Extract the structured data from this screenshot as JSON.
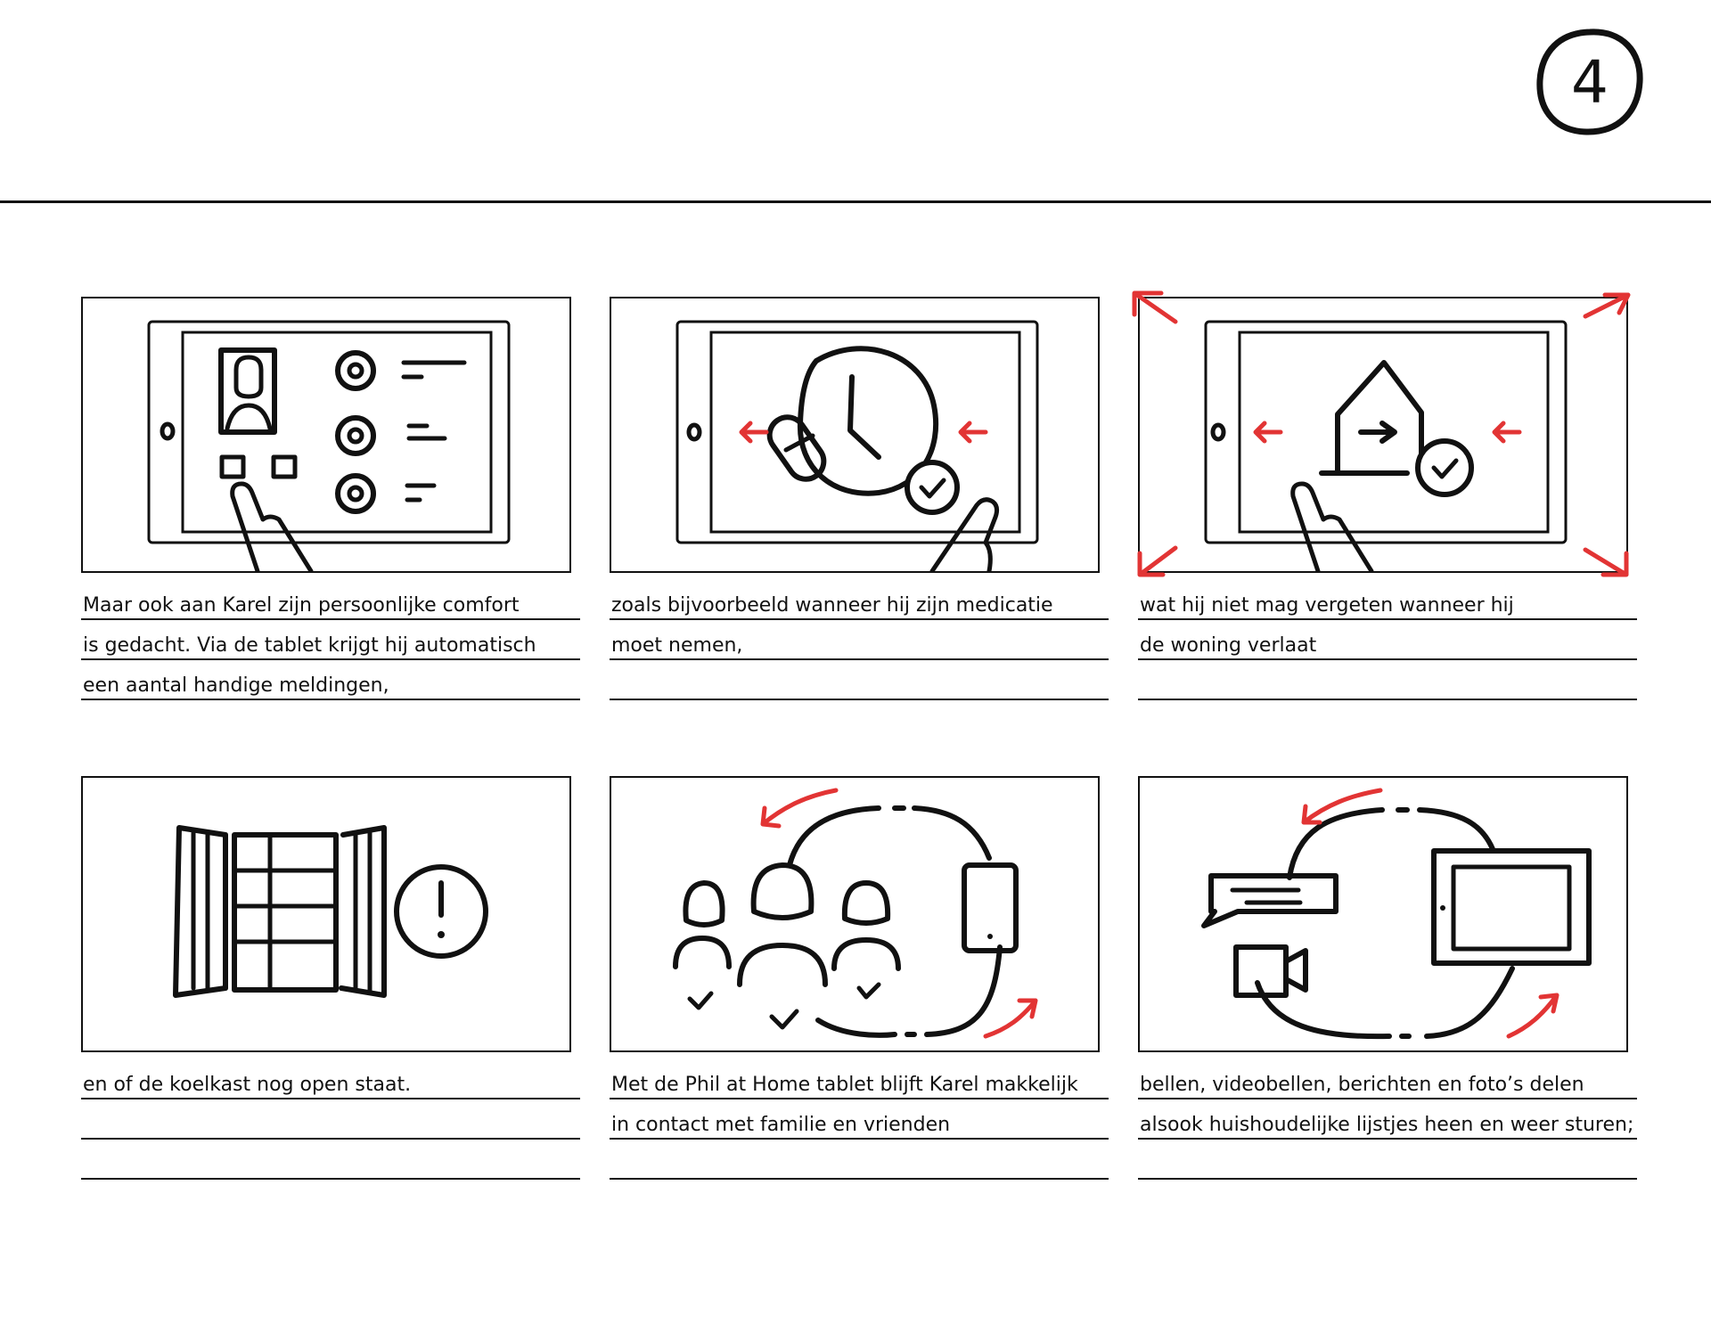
{
  "page": {
    "number": "4"
  },
  "colors": {
    "ink": "#111111",
    "accent": "#e23434",
    "background": "#ffffff"
  },
  "panels": [
    {
      "sketch": "tablet-notifications-list",
      "caption": [
        "Maar ook aan Karel zijn persoonlijke comfort",
        "is gedacht.  Via de tablet krijgt hij automatisch",
        "een aantal handige meldingen,"
      ]
    },
    {
      "sketch": "tablet-medication-reminder",
      "caption": [
        "zoals bijvoorbeeld wanneer hij zijn medicatie",
        "moet nemen,",
        ""
      ]
    },
    {
      "sketch": "tablet-leaving-home-reminder",
      "caption": [
        "wat hij niet mag vergeten wanneer hij",
        "de woning verlaat",
        ""
      ]
    },
    {
      "sketch": "open-fridge-alert",
      "caption": [
        "en of de koelkast nog open staat.",
        "",
        ""
      ]
    },
    {
      "sketch": "family-contact-cycle",
      "caption": [
        "Met de Phil at Home tablet blijft Karel makkelijk",
        "in contact met familie en vrienden",
        ""
      ]
    },
    {
      "sketch": "messaging-video-cycle",
      "caption": [
        "bellen, videobellen, berichten en foto’s delen",
        "alsook huishoudelijke lijstjes heen en weer sturen;",
        ""
      ]
    }
  ]
}
